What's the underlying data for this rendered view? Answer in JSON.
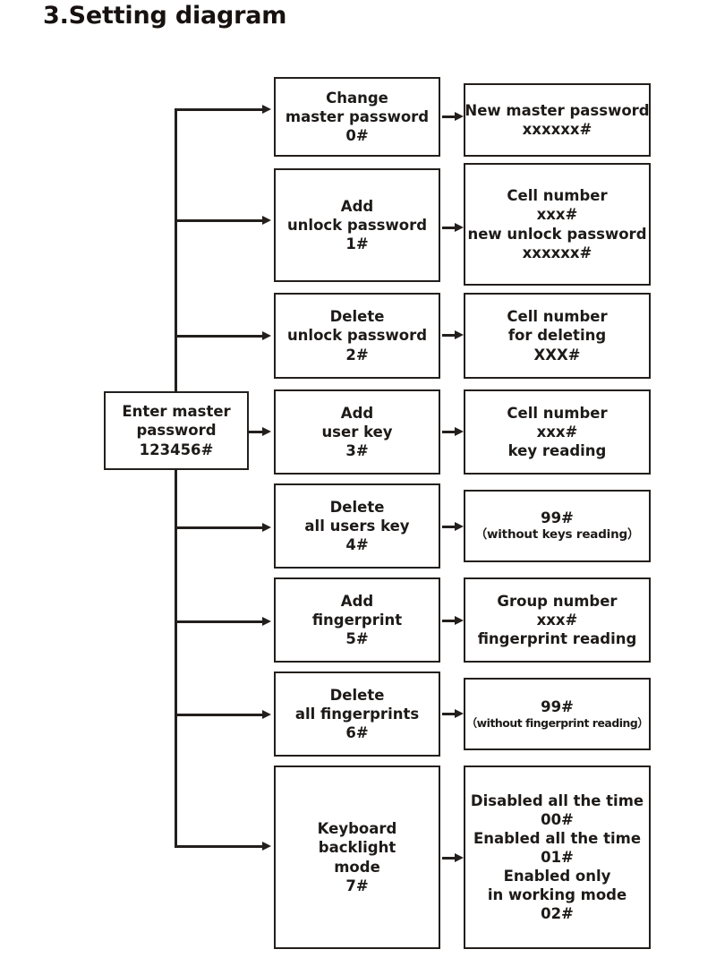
{
  "page": {
    "title": "3.Setting diagram",
    "background_color": "#ffffff",
    "line_color": "#231f1c",
    "text_color": "#1d1a18"
  },
  "diagram": {
    "type": "flowchart",
    "entry": {
      "name": "enter-master-password",
      "lines": [
        "Enter master",
        "password",
        "123456#"
      ]
    },
    "branches": [
      {
        "id": "change-master-password",
        "command": {
          "name": "change-master-password",
          "lines": [
            "Change",
            "master password",
            "0#"
          ]
        },
        "detail": {
          "name": "new-master-password-detail",
          "lines": [
            "New master password",
            "xxxxxx#"
          ]
        }
      },
      {
        "id": "add-unlock-password",
        "command": {
          "name": "add-unlock-password",
          "lines": [
            "Add",
            "unlock password",
            "1#"
          ]
        },
        "detail": {
          "name": "add-unlock-password-detail",
          "lines": [
            "Cell number",
            "xxx#",
            "new unlock password",
            "xxxxxx#"
          ]
        }
      },
      {
        "id": "delete-unlock-password",
        "command": {
          "name": "delete-unlock-password",
          "lines": [
            "Delete",
            "unlock password",
            "2#"
          ]
        },
        "detail": {
          "name": "delete-unlock-password-detail",
          "lines": [
            "Cell number",
            "for deleting",
            "XXX#"
          ]
        }
      },
      {
        "id": "add-user-key",
        "command": {
          "name": "add-user-key",
          "lines": [
            "Add",
            "user key",
            "3#"
          ]
        },
        "detail": {
          "name": "add-user-key-detail",
          "lines": [
            "Cell number",
            "xxx#",
            "key reading"
          ]
        }
      },
      {
        "id": "delete-all-users-key",
        "command": {
          "name": "delete-all-users-key",
          "lines": [
            "Delete",
            "all users key",
            "4#"
          ]
        },
        "detail": {
          "name": "delete-all-users-key-detail",
          "lines": [
            "99#",
            "（without keys reading）"
          ]
        }
      },
      {
        "id": "add-fingerprint",
        "command": {
          "name": "add-fingerprint",
          "lines": [
            "Add",
            "fingerprint",
            "5#"
          ]
        },
        "detail": {
          "name": "add-fingerprint-detail",
          "lines": [
            "Group number",
            "xxx#",
            "fingerprint reading"
          ]
        }
      },
      {
        "id": "delete-all-fingerprints",
        "command": {
          "name": "delete-all-fingerprints",
          "lines": [
            "Delete",
            "all fingerprints",
            "6#"
          ]
        },
        "detail": {
          "name": "delete-all-fingerprints-detail",
          "lines": [
            "99#",
            "（without fingerprint reading）"
          ]
        }
      },
      {
        "id": "keyboard-backlight-mode",
        "command": {
          "name": "keyboard-backlight-mode",
          "lines": [
            "Keyboard",
            "backlight",
            "mode",
            "7#"
          ]
        },
        "detail": {
          "name": "keyboard-backlight-mode-detail",
          "lines": [
            "Disabled all the time",
            "00#",
            "Enabled all the time",
            "01#",
            "Enabled only",
            "in working mode",
            "02#"
          ]
        }
      }
    ]
  }
}
